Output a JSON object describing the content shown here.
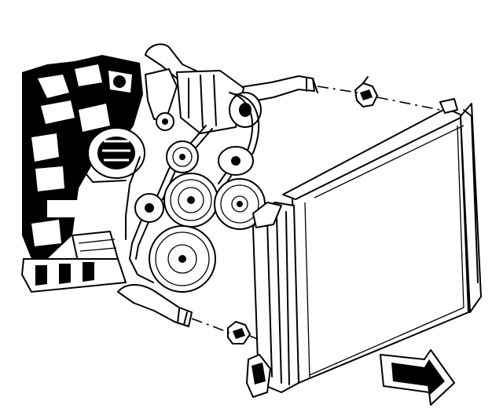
{
  "diagram": {
    "components": [
      {
        "name": "engine-block",
        "icon": "engine-assembly-icon"
      },
      {
        "name": "upper-radiator-hose",
        "icon": "hose-icon"
      },
      {
        "name": "lower-radiator-hose",
        "icon": "hose-icon"
      },
      {
        "name": "upper-hose-clamp",
        "icon": "hose-clamp-icon"
      },
      {
        "name": "lower-hose-clamp",
        "icon": "hose-clamp-icon"
      },
      {
        "name": "serpentine-drive-belt",
        "icon": "belt-icon"
      },
      {
        "name": "alternator",
        "icon": "alternator-icon"
      },
      {
        "name": "pulleys",
        "icon": "pulley-icon"
      },
      {
        "name": "radiator",
        "icon": "radiator-icon"
      },
      {
        "name": "direction-arrow",
        "icon": "arrow-icon"
      }
    ],
    "colors": {
      "line": "#000000",
      "background": "#ffffff"
    }
  }
}
